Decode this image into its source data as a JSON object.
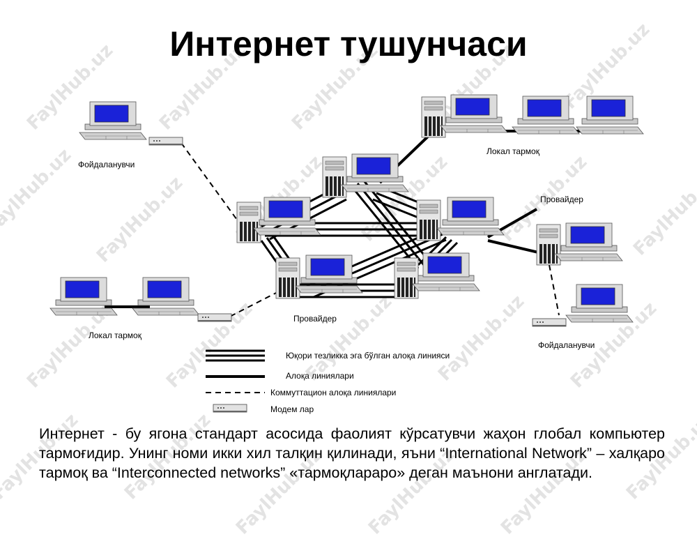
{
  "title": "Интернет тушунчаси",
  "labels": {
    "user_top": "Фойдаланувчи",
    "lan_top": "Локал тармоқ",
    "provider_right": "Провайдер",
    "provider_center": "Провайдер",
    "lan_left": "Локал тармоқ",
    "user_right": "Фойдаланувчи"
  },
  "legend": {
    "high_speed": "Юқори тезликка эга бўлган алоқа линияси",
    "link": "Алоқа линиялари",
    "switched": "Коммуттацион алоқа линиялари",
    "modems": "Модем лар"
  },
  "paragraph": "Интернет - бу ягона стандарт асосида фаолият кўрсатувчи жаҳон глобал компьютер тармоғидир. Унинг номи икки хил талқин қилинади, яъни “International Network” – халқаро тармоқ ва “Interconnected networks” «тармоқлараро» деган маънони англатади.",
  "watermark": "FaylHub.uz",
  "colors": {
    "screen": "#1a22d8",
    "case": "#e4e4e4",
    "line": "#000000"
  }
}
